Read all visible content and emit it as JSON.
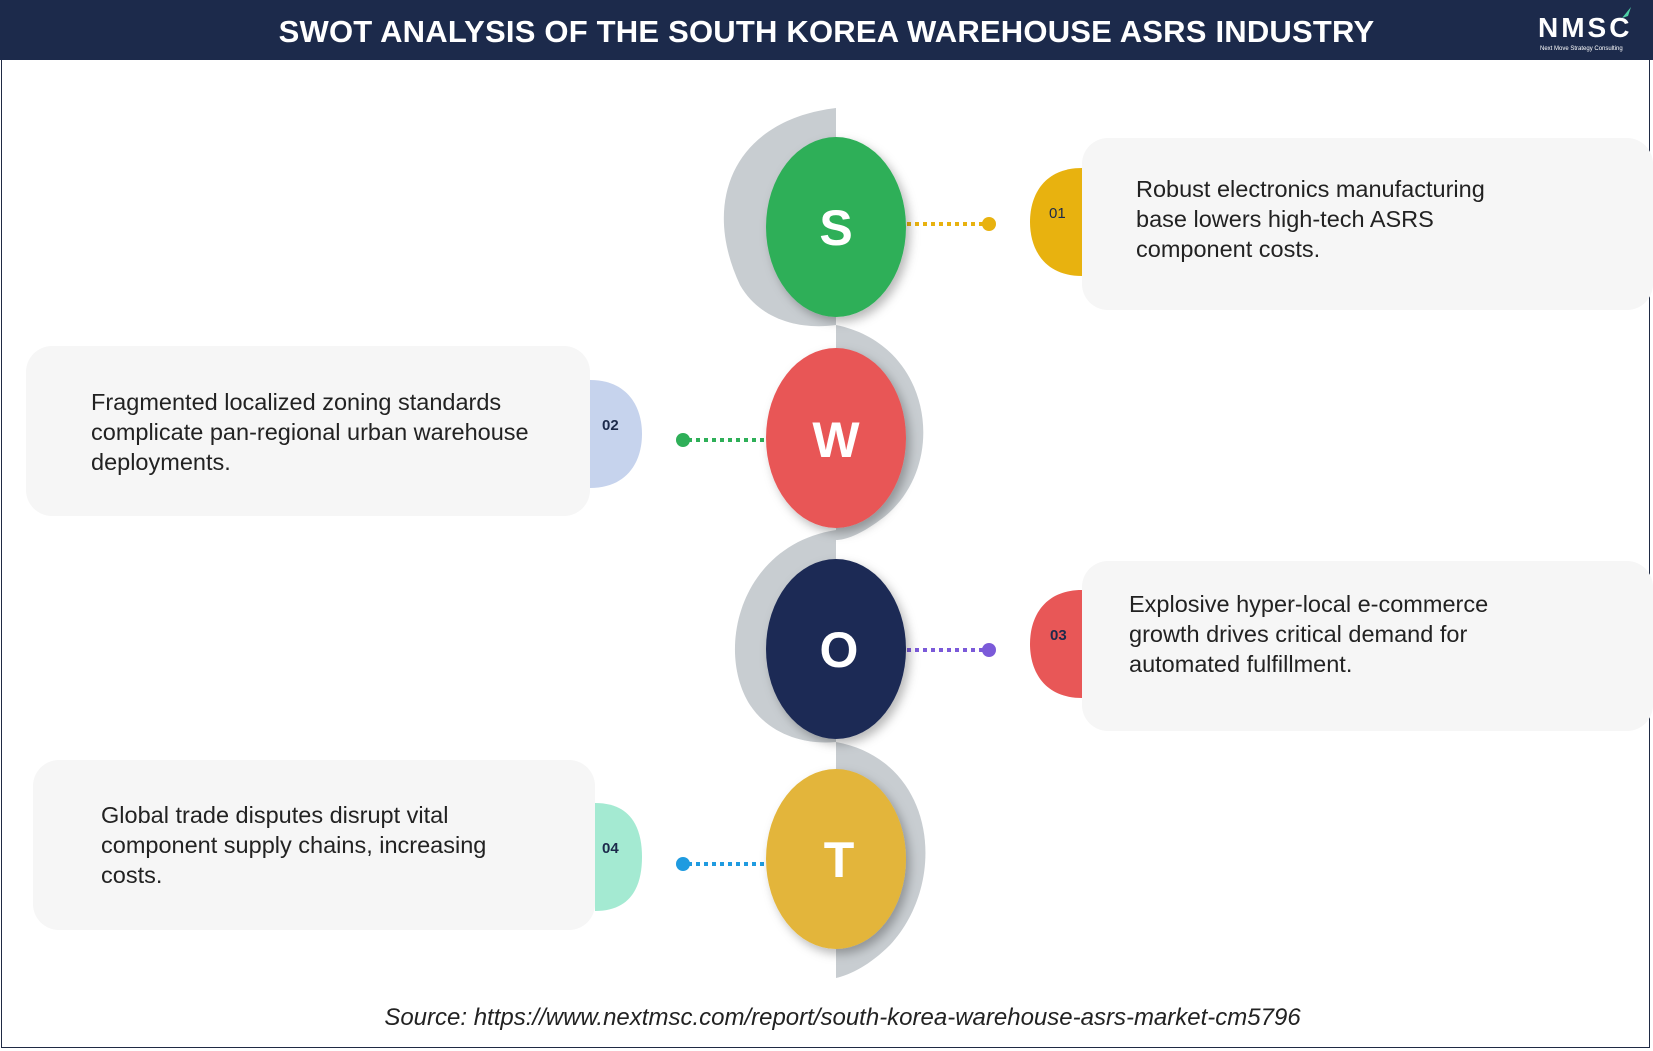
{
  "title": "SWOT ANALYSIS OF THE SOUTH KOREA WAREHOUSE ASRS INDUSTRY",
  "logo": {
    "word": "NMSC",
    "tagline": "Next Move Strategy Consulting"
  },
  "swot": [
    {
      "letter": "S",
      "number": "01",
      "text": "Robust electronics manufacturing base lowers high-tech ASRS component costs.",
      "color": "#2eaf58",
      "tab_color": "#e8b20f",
      "dot_color": "#e8b20f"
    },
    {
      "letter": "W",
      "number": "02",
      "text": "Fragmented localized zoning standards complicate pan-regional urban warehouse deployments.",
      "color": "#e85757",
      "tab_color": "#c6d3ed",
      "dot_color": "#2eaf58"
    },
    {
      "letter": "O",
      "number": "03",
      "text": "Explosive hyper-local e-commerce growth drives critical demand for automated fulfillment.",
      "color": "#1c2a55",
      "tab_color": "#e85757",
      "dot_color": "#7b5ad9"
    },
    {
      "letter": "T",
      "number": "04",
      "text": "Global trade disputes disrupt vital component supply chains, increasing costs.",
      "color": "#e3b53a",
      "tab_color": "#a4ead2",
      "dot_color": "#1f9be0"
    }
  ],
  "source": "Source: https://www.nextmsc.com/report/south-korea-warehouse-asrs-market-cm5796"
}
